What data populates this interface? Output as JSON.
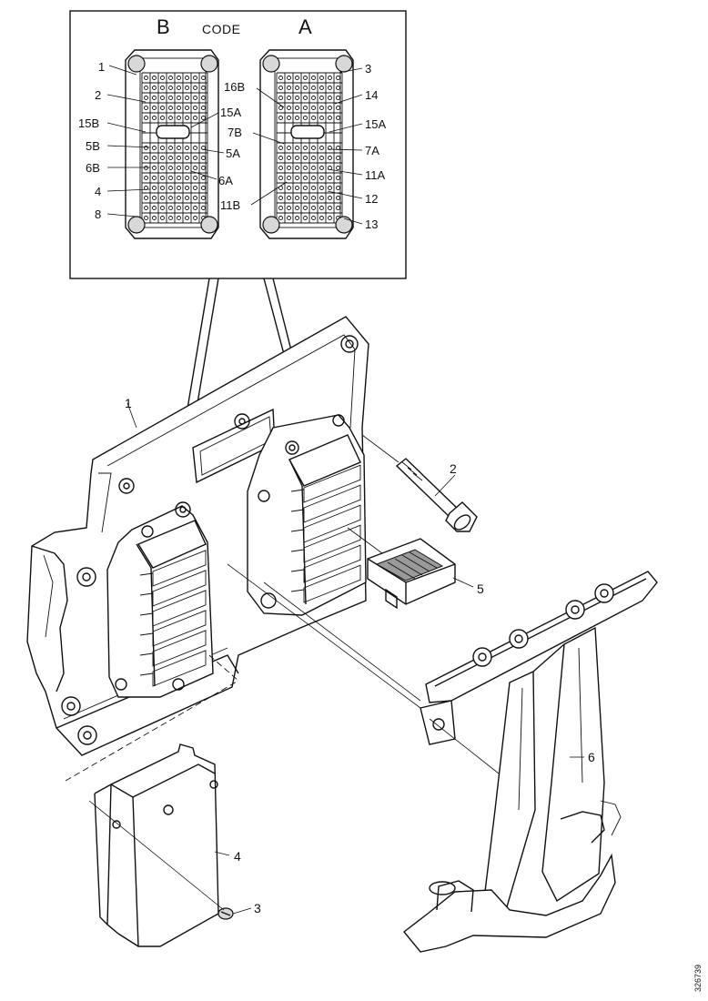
{
  "inset": {
    "header_left": "B",
    "header_mid": "CODE",
    "header_right": "A",
    "left_connector_labels": [
      "1",
      "2",
      "15B",
      "5B",
      "6B",
      "4",
      "8"
    ],
    "center_labels": [
      "15A",
      "5A",
      "6A",
      "16B",
      "7B",
      "11B"
    ],
    "right_connector_labels": [
      "3",
      "14",
      "15A",
      "7A",
      "11A",
      "12",
      "13"
    ]
  },
  "callouts": {
    "ecu": "1",
    "bolt": "2",
    "screw": "3",
    "cover": "4",
    "plug": "5",
    "bracket": "6"
  },
  "document_id": "326739"
}
